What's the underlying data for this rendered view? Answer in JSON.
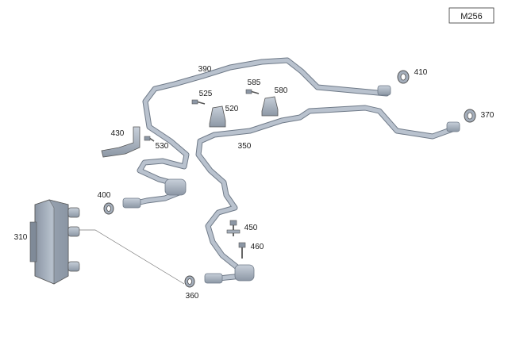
{
  "diagram": {
    "engine_code": "M256",
    "callouts": {
      "p310": "310",
      "p350": "350",
      "p360": "360",
      "p370": "370",
      "p390": "390",
      "p400": "400",
      "p410": "410",
      "p430": "430",
      "p450": "450",
      "p460": "460",
      "p520": "520",
      "p525": "525",
      "p530": "530",
      "p580": "580",
      "p585": "585"
    }
  },
  "colors": {
    "pipe": "#a9b4c2",
    "pipe_edge": "#6f7a88",
    "cooler_body": "#9ca7b5",
    "line": "#555555"
  }
}
